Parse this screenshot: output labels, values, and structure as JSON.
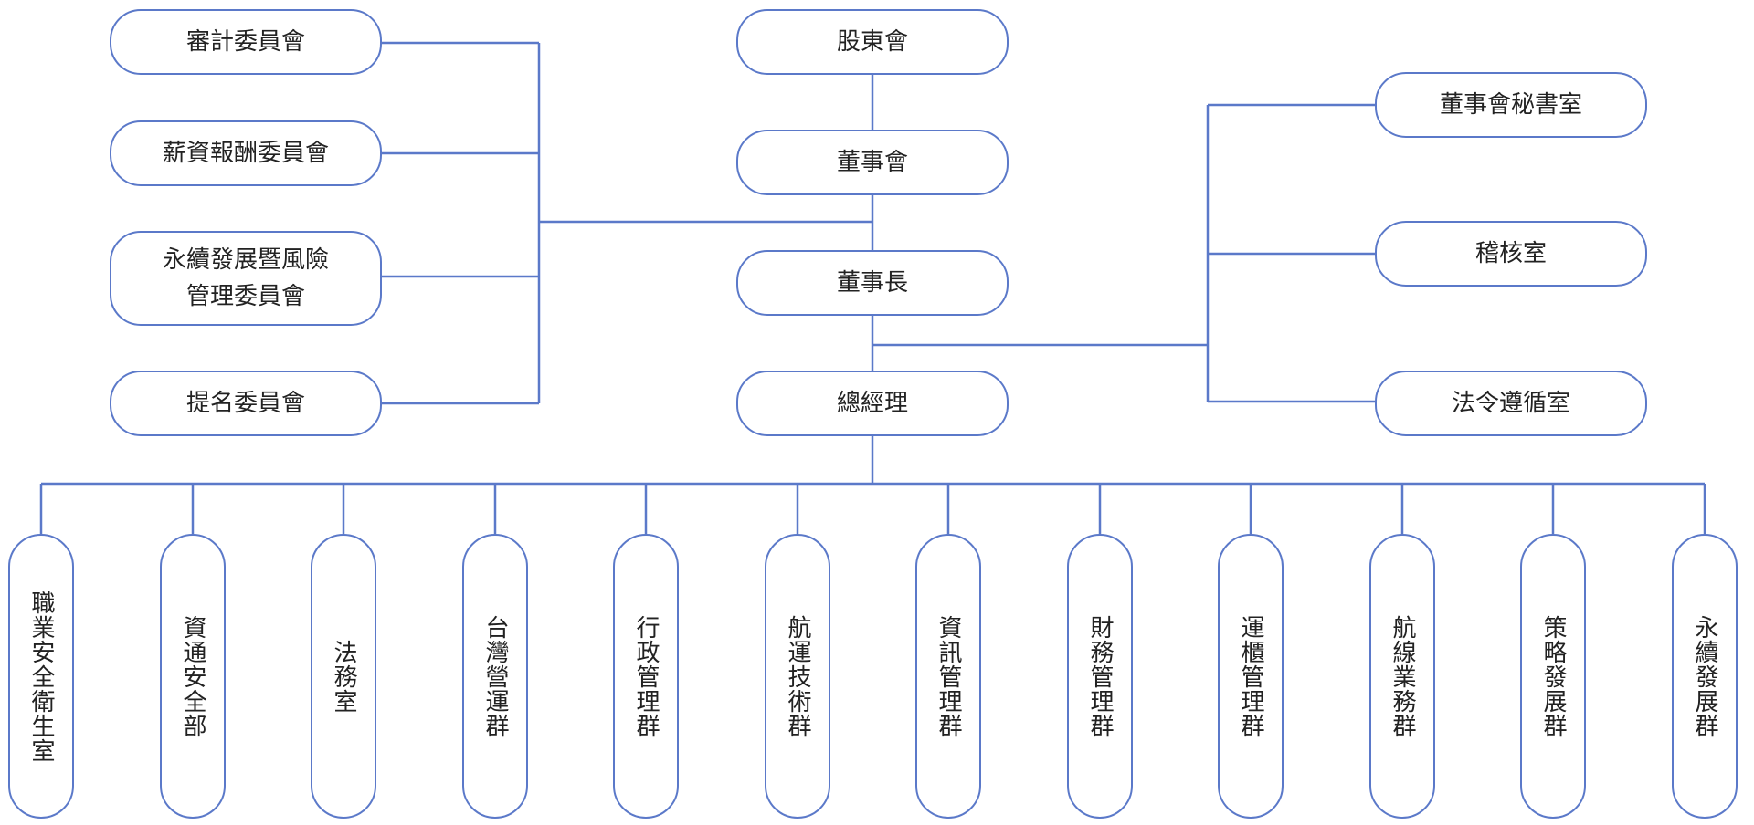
{
  "colors": {
    "line": "#5b79c9",
    "box_border": "#5b79c9",
    "text": "#222222"
  },
  "nodes": {
    "shareholders": "股東會",
    "board": "董事會",
    "chairman": "董事長",
    "president": "總經理",
    "audit_committee": "審計委員會",
    "compensation_committee": "薪資報酬委員會",
    "sustainability_risk_committee": "永續發展暨風險\n管理委員會",
    "nomination_committee": "提名委員會",
    "board_secretariat": "董事會秘書室",
    "auditing_office": "稽核室",
    "compliance_office": "法令遵循室"
  },
  "departments": [
    "職業安全衛生室",
    "資通安全部",
    "法務室",
    "台灣營運群",
    "行政管理群",
    "航運技術群",
    "資訊管理群",
    "財務管理群",
    "運櫃管理群",
    "航線業務群",
    "策略發展群",
    "永續發展群"
  ]
}
